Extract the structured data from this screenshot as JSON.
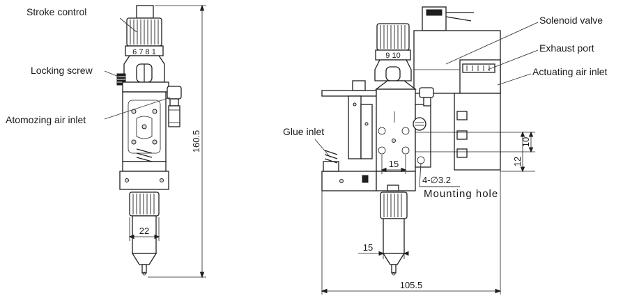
{
  "colors": {
    "line": "#1e1e1e",
    "background": "#ffffff",
    "leader": "#333333"
  },
  "labels": {
    "stroke_control": "Stroke control",
    "locking_screw": "Locking screw",
    "atomizing_air_inlet": "Atomozing air inlet",
    "glue_inlet": "Glue inlet",
    "solenoid_valve": "Solenoid valve",
    "exhaust_port": "Exhaust port",
    "actuating_air_inlet": "Actuating air inlet",
    "mounting_hole": "Mounting hole"
  },
  "dimensions": {
    "height": "160.5",
    "width_front": "22",
    "body_width": "15",
    "nozzle_width": "15",
    "total_width": "105.5",
    "hole_spacing_1": "10",
    "hole_spacing_2": "12",
    "holes": "4-∅3.2"
  },
  "dial_numbers": {
    "front": "6 7 8 1",
    "side": "9 10"
  }
}
